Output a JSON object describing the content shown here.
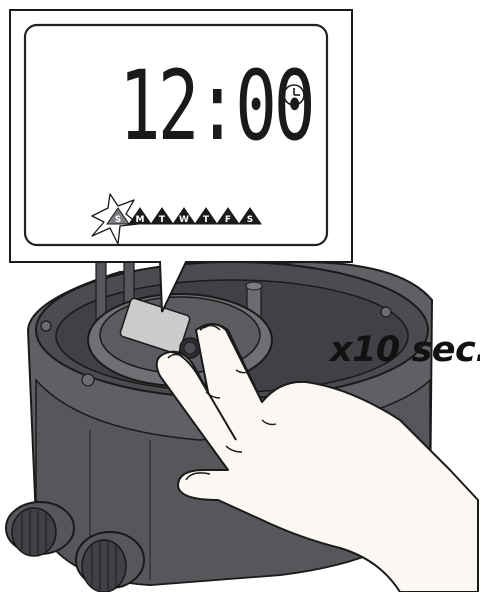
{
  "display": {
    "time": "12:00",
    "clock_icon": "clock-icon",
    "days": [
      "S",
      "M",
      "T",
      "W",
      "T",
      "F",
      "S"
    ],
    "highlighted_day_index": 0
  },
  "instruction": {
    "duration_text": "x10 sec."
  },
  "colors": {
    "lcd_border": "#222222",
    "device_body": "#5e6064",
    "device_top_ring": "#4a4c50",
    "skin": "#fbf7f2",
    "outline": "#1a1a1a"
  }
}
